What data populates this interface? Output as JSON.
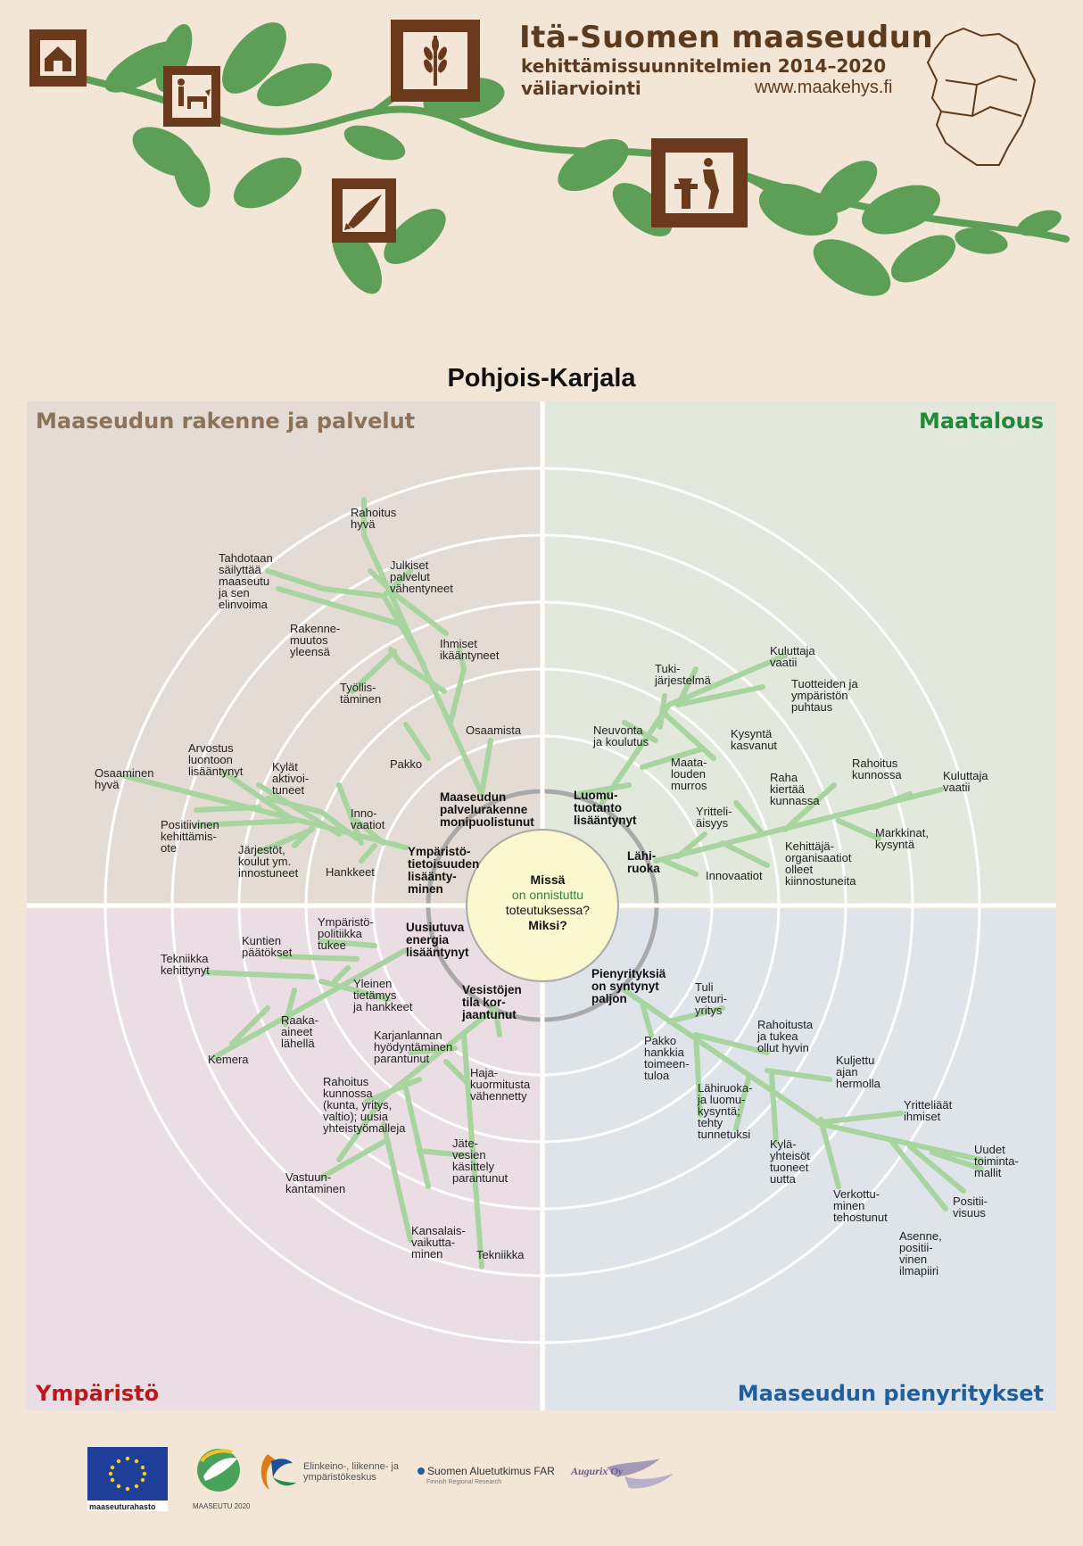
{
  "header": {
    "title_line1": "Itä-Suomen maaseudun",
    "title_line2": "kehittämissuunnitelmien 2014–2020",
    "title_line3": "väliarviointi",
    "url": "www.maakehys.fi",
    "icons": [
      "house-icon",
      "person-with-animal-icon",
      "wheat-icon",
      "fish-icon",
      "craftsman-icon"
    ],
    "colors": {
      "leaf": "#5e9f58",
      "icon_box": "#6b3a1c",
      "title": "#5b3a1e"
    }
  },
  "main_title": "Pohjois-Karjala",
  "quadrants": {
    "top_left": "Maaseudun rakenne ja palvelut",
    "top_right": "Maatalous",
    "bottom_left": "Ympäristö",
    "bottom_right": "Maaseudun pienyritykset"
  },
  "center": {
    "line1": "Missä",
    "line2": "on onnistuttu",
    "line3": "toteutuksessa?",
    "line4": "Miksi?"
  },
  "nodes": {
    "palvelurakenne": "Maaseudun\npalvelurakenne\nmonipuolistunut",
    "ymparistotietoisuus": "Ympäristö-\ntietoisuuden\nlisäänty-\nminen",
    "luomu": "Luomu-\ntuotanto\nlisääntynyt",
    "lahiruoka": "Lähi-\nruoka",
    "energia": "Uusiutuva\nenergia\nlisääntynyt",
    "vesistot": "Vesistöjen\ntila kor-\njaantunut",
    "pienyrityksia": "Pienyrityksiä\non syntynyt\npaljon"
  },
  "labels": {
    "rahoitus_hyva": "Rahoitus\nhyvä",
    "tahdotaan": "Tahdotaan\nsäilyttää\nmaaseutu\nja sen\nelinvoima",
    "julkiset": "Julkiset\npalvelut\nvähentyneet",
    "rakennemuutos": "Rakenne-\nmuutos\nyleensä",
    "ihmiset": "Ihmiset\nikääntyneet",
    "tyollistaminen": "Työllis-\ntäminen",
    "osaamista": "Osaamista",
    "pakko_tl": "Pakko",
    "arvostus": "Arvostus\nluontoon\nlisääntynyt",
    "osaaminen_hyva": "Osaaminen\nhyvä",
    "kylat": "Kylät\naktivoi-\ntuneet",
    "innovaatiot_tl": "Inno-\nvaatiot",
    "positiivinen": "Positiivinen\nkehittämis-\note",
    "jarjestot": "Järjestöt,\nkoulut ym.\ninnostuneet",
    "hankkeet": "Hankkeet",
    "tukijarjestelma": "Tuki-\njärjestelmä",
    "kuluttaja1": "Kuluttaja\nvaatii",
    "tuotteiden": "Tuotteiden ja\nympäristön\npuhtaus",
    "neuvonta": "Neuvonta\nja koulutus",
    "kysynta": "Kysyntä\nkasvanut",
    "maatalouden": "Maata-\nlouden\nmurros",
    "raha": "Raha\nkiertää\nkunnassa",
    "rahoitus_kunnossa_tr": "Rahoitus\nkunnossa",
    "kuluttaja2": "Kuluttaja\nvaatii",
    "yrittelias": "Yritteli-\näisyys",
    "markkinat": "Markkinat,\nkysyntä",
    "kehittaja": "Kehittäjä-\norganisaatiot\nolleet\nkiinnostuneita",
    "innovaatiot_tr": "Innovaatiot",
    "ymparistopolitiikka": "Ympäristö-\npolitiikka\ntukee",
    "kuntien": "Kuntien\npäätökset",
    "tekniikka_kehittynyt": "Tekniikka\nkehittynyt",
    "yleinen": "Yleinen\ntietämys\nja hankkeet",
    "raaka": "Raaka-\naineet\nlähellä",
    "kemera": "Kemera",
    "karjanlannan": "Karjanlannan\nhyödyntäminen\nparantunut",
    "rahoitus_kunnossa_bl": "Rahoitus\nkunnossa\n(kunta, yritys,\nvaltio); uusia\nyhteistyömalleja",
    "haja": "Haja-\nkuormitusta\nvähennetty",
    "jatevesien": "Jäte-\nvesien\nkäsittely\nparantunut",
    "vastuun": "Vastuun-\nkantaminen",
    "kansalais": "Kansalais-\nvaikutta-\nminen",
    "tekniikka": "Tekniikka",
    "tuli": "Tuli\nveturi-\nyritys",
    "rahoitusta": "Rahoitusta\nja tukea\nollut hyvin",
    "pakko_br": "Pakko\nhankkia\ntoimeen-\ntuloa",
    "kuljettu": "Kuljettu\najan\nhermolla",
    "lahiruoka2": "Lähiruoka-\nja luomu-\nkysyntä;\ntehty\ntunnetuksi",
    "yrittelaat": "Yritteliäät\nihmiset",
    "uudet": "Uudet\ntoiminta-\nmallit",
    "kylayhteisot": "Kylä-\nyhteisöt\ntuoneet\nuutta",
    "verkottuminen": "Verkottu-\nminen\ntehostunut",
    "positiivisuus": "Positii-\nvisuus",
    "asenne": "Asenne,\npositii-\nvinen\nilmapiiri"
  },
  "footer": {
    "eu_label": "maaseuturahasto",
    "maaseutu_label": "MAASEUTU 2020",
    "ely_text": "Elinkeino-, liikenne- ja\nympäristökeskus",
    "far_text": "Suomen Aluetutkimus FAR",
    "far_sub": "Finnish Regional Research",
    "augurix": "Augurix Oy"
  }
}
